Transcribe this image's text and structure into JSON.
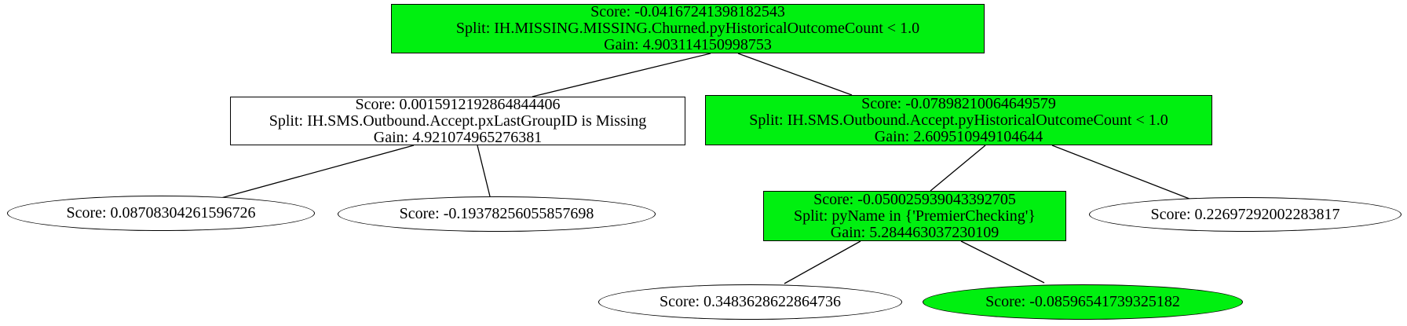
{
  "tree": {
    "type": "decision-tree-diagram",
    "colors": {
      "highlight": "#00f010",
      "plain": "#ffffff",
      "border": "#000000",
      "edge": "#000000",
      "text": "#000000",
      "background": "#ffffff"
    },
    "nodes": {
      "root": {
        "shape": "box",
        "highlighted": true,
        "score": "Score: -0.04167241398182543",
        "split": "Split: IH.MISSING.MISSING.Churned.pyHistoricalOutcomeCount < 1.0",
        "gain": "Gain: 4.903114150998753"
      },
      "left_split": {
        "shape": "box",
        "highlighted": false,
        "score": "Score: 0.0015912192864844406",
        "split": "Split: IH.SMS.Outbound.Accept.pxLastGroupID is Missing",
        "gain": "Gain: 4.921074965276381"
      },
      "right_split": {
        "shape": "box",
        "highlighted": true,
        "score": "Score: -0.07898210064649579",
        "split": "Split: IH.SMS.Outbound.Accept.pyHistoricalOutcomeCount < 1.0",
        "gain": "Gain: 2.609510949104644"
      },
      "left_leaf_1": {
        "shape": "ellipse",
        "highlighted": false,
        "score": "Score: 0.08708304261596726"
      },
      "left_leaf_2": {
        "shape": "ellipse",
        "highlighted": false,
        "score": "Score: -0.19378256055857698"
      },
      "premier_split": {
        "shape": "box",
        "highlighted": true,
        "score": "Score: -0.050025939043392705",
        "split": "Split: pyName in {'PremierChecking'}",
        "gain": "Gain: 5.284463037230109"
      },
      "right_leaf": {
        "shape": "ellipse",
        "highlighted": false,
        "score": "Score: 0.22697292002283817"
      },
      "premier_leaf_1": {
        "shape": "ellipse",
        "highlighted": false,
        "score": "Score: 0.3483628622864736"
      },
      "premier_leaf_2": {
        "shape": "ellipse",
        "highlighted": true,
        "score": "Score: -0.08596541739325182"
      }
    },
    "edges": [
      {
        "from": "root",
        "to": "left_split"
      },
      {
        "from": "root",
        "to": "right_split"
      },
      {
        "from": "left_split",
        "to": "left_leaf_1"
      },
      {
        "from": "left_split",
        "to": "left_leaf_2"
      },
      {
        "from": "right_split",
        "to": "premier_split"
      },
      {
        "from": "right_split",
        "to": "right_leaf"
      },
      {
        "from": "premier_split",
        "to": "premier_leaf_1"
      },
      {
        "from": "premier_split",
        "to": "premier_leaf_2"
      }
    ]
  }
}
